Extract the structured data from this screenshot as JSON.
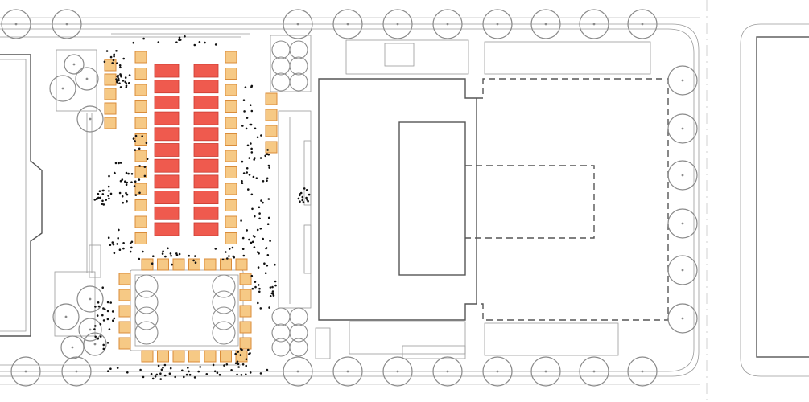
{
  "colors": {
    "background": "#ffffff",
    "linework": "#555555",
    "tree_outline": "#8a8a8a",
    "market_stall_fill": "#f6c985",
    "market_stall_stroke": "#d98c3a",
    "vendor_tent_fill": "#ef5a4e",
    "vendor_tent_stroke": "#c83a30",
    "pedestrian_dot": "#111111"
  },
  "layers": {
    "buildings": [
      "west-building",
      "main-hall",
      "east-annex-outline",
      "east-neighbor-building"
    ],
    "landscape": [
      "street-trees",
      "planter-tree-grids",
      "courtyard-square"
    ],
    "activity": [
      "market-stalls",
      "vendor-tents",
      "pedestrians"
    ]
  },
  "icons": {
    "tree": "circle-with-center-point",
    "stall": "orange-square",
    "tent": "red-rectangle",
    "person": "black-dot"
  }
}
